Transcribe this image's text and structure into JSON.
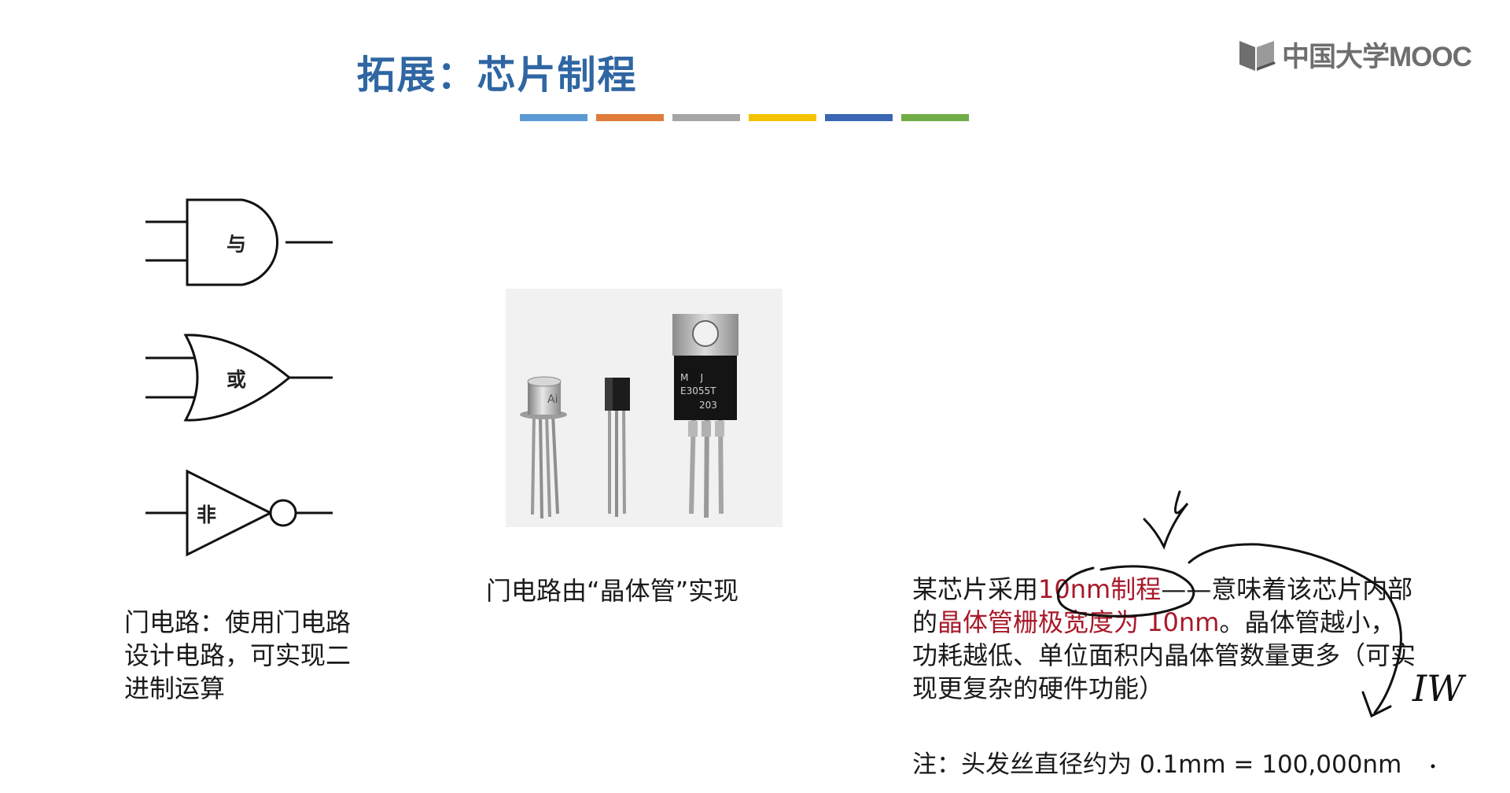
{
  "slide": {
    "title": "拓展：芯片制程",
    "accent_colors": [
      "#5b9bd5",
      "#e07b39",
      "#a5a5a5",
      "#f5c200",
      "#3a66b3",
      "#71ad47"
    ],
    "title_color": "#2f66a3",
    "highlight_color": "#a8192a"
  },
  "logo": {
    "text": "中国大学MOOC",
    "icon": "book-logo-icon"
  },
  "gates": {
    "and_label": "与",
    "or_label": "或",
    "not_label": "非",
    "caption": "门电路：使用门电路设计电路，可实现二进制运算"
  },
  "photo": {
    "caption": "门电路由“晶体管”实现",
    "can_label": "Ai",
    "to220_line1": "M    J",
    "to220_line2": "E3055T",
    "to220_line3": "203"
  },
  "process": {
    "p1": "某芯片采用",
    "p1_red": "10nm制程",
    "p2": "——意味着该芯片内部的",
    "p2_red": "晶体管栅极宽度为 10nm",
    "p3": "。晶体管越小，功耗越低、单位面积内晶体管数量更多（可实现更复杂的硬件功能）"
  },
  "note": "注：头发丝直径约为 0.1mm = 100,000nm",
  "handwriting": {
    "text": "IW",
    "dot": "."
  }
}
